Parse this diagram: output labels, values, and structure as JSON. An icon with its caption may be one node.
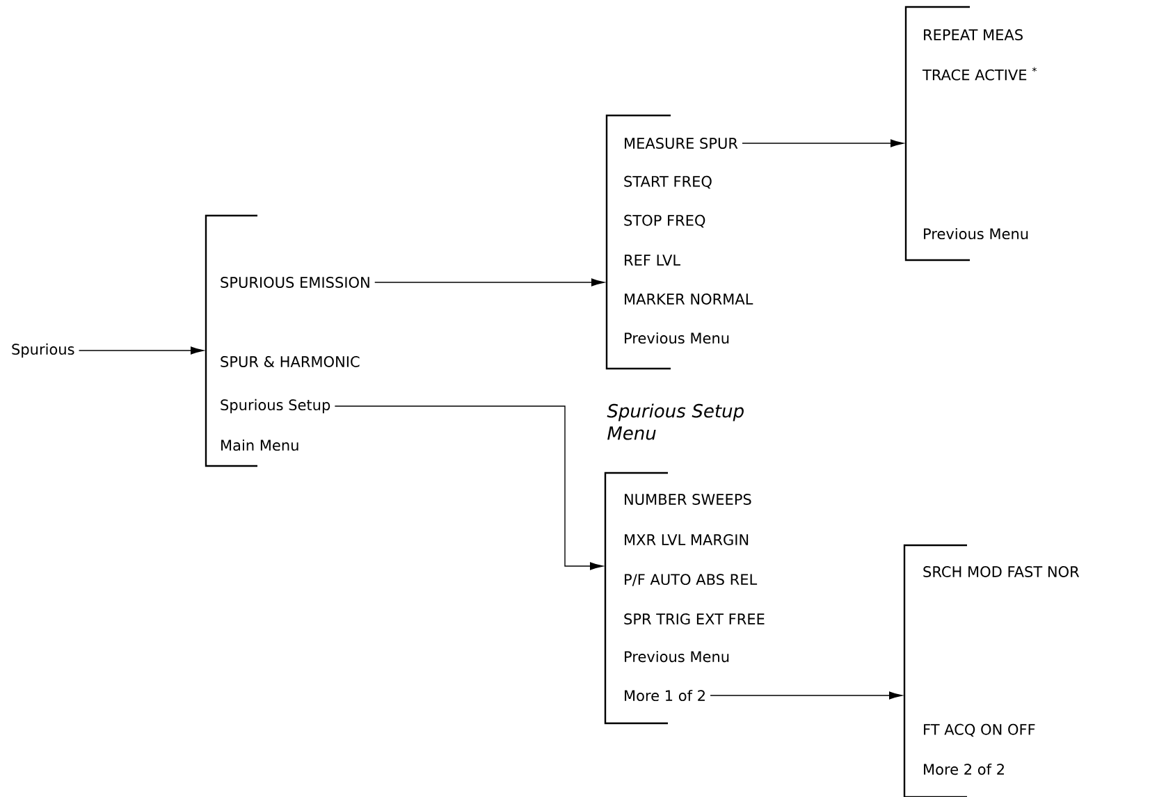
{
  "diagram": {
    "nodes": [
      {
        "text": [
          "Spurious"
        ]
      },
      {
        "text": [],
        "shape": "bracket"
      },
      {
        "text": [
          "SPURIOUS EMISSION"
        ]
      },
      {
        "text": [
          "SPUR & HARMONIC"
        ]
      },
      {
        "text": [
          "Spurious Setup"
        ]
      },
      {
        "text": [
          "Main Menu"
        ]
      },
      {
        "text": [],
        "shape": "bracket"
      },
      {
        "text": [
          "MEASURE SPUR"
        ]
      },
      {
        "text": [
          "START FREQ"
        ]
      },
      {
        "text": [
          "STOP FREQ"
        ]
      },
      {
        "text": [
          "REF LVL"
        ]
      },
      {
        "text": [
          "MARKER NORMAL"
        ]
      },
      {
        "text": [
          "Previous Menu"
        ]
      },
      {
        "text": [],
        "shape": "bracket"
      },
      {
        "text": [
          "REPEAT MEAS"
        ]
      },
      {
        "text": [
          "TRACE ACTIVE $^{*}$"
        ]
      },
      {
        "text": [
          "Previous Menu"
        ]
      },
      {
        "text": [
          "Spurious Setup Menu"
        ]
      },
      {
        "text": [
          "NUMBER SWEEPS"
        ],
        "in": 17
      },
      {
        "text": [
          "MXR LVL MARGIN"
        ],
        "in": 17
      },
      {
        "text": [
          "P/F AUTO ABS REL"
        ],
        "in": 17
      },
      {
        "text": [
          "SPR TRIG EXT FREE"
        ],
        "in": 17
      },
      {
        "text": [
          "Previous Menu"
        ],
        "in": 17
      },
      {
        "text": [
          "More 1 of 2"
        ],
        "in": 17
      },
      {
        "text": [],
        "shape": "bracket"
      },
      {
        "text": [
          "SRCH MOD FAST NOR"
        ]
      },
      {
        "text": [
          "FT ACQ ON OFF"
        ]
      },
      {
        "text": [
          "More 2 of 2"
        ]
      }
    ],
    "edges": [
      {
        "from": 0,
        "to": 1,
        "arrow": "to"
      },
      {
        "from": 2,
        "to": 6,
        "arrow": "to"
      },
      {
        "from": 4,
        "to": 17,
        "arrow": "to"
      },
      {
        "from": 7,
        "to": 13,
        "arrow": "to"
      },
      {
        "from": 23,
        "to": 24,
        "arrow": "to"
      }
    ]
  }
}
